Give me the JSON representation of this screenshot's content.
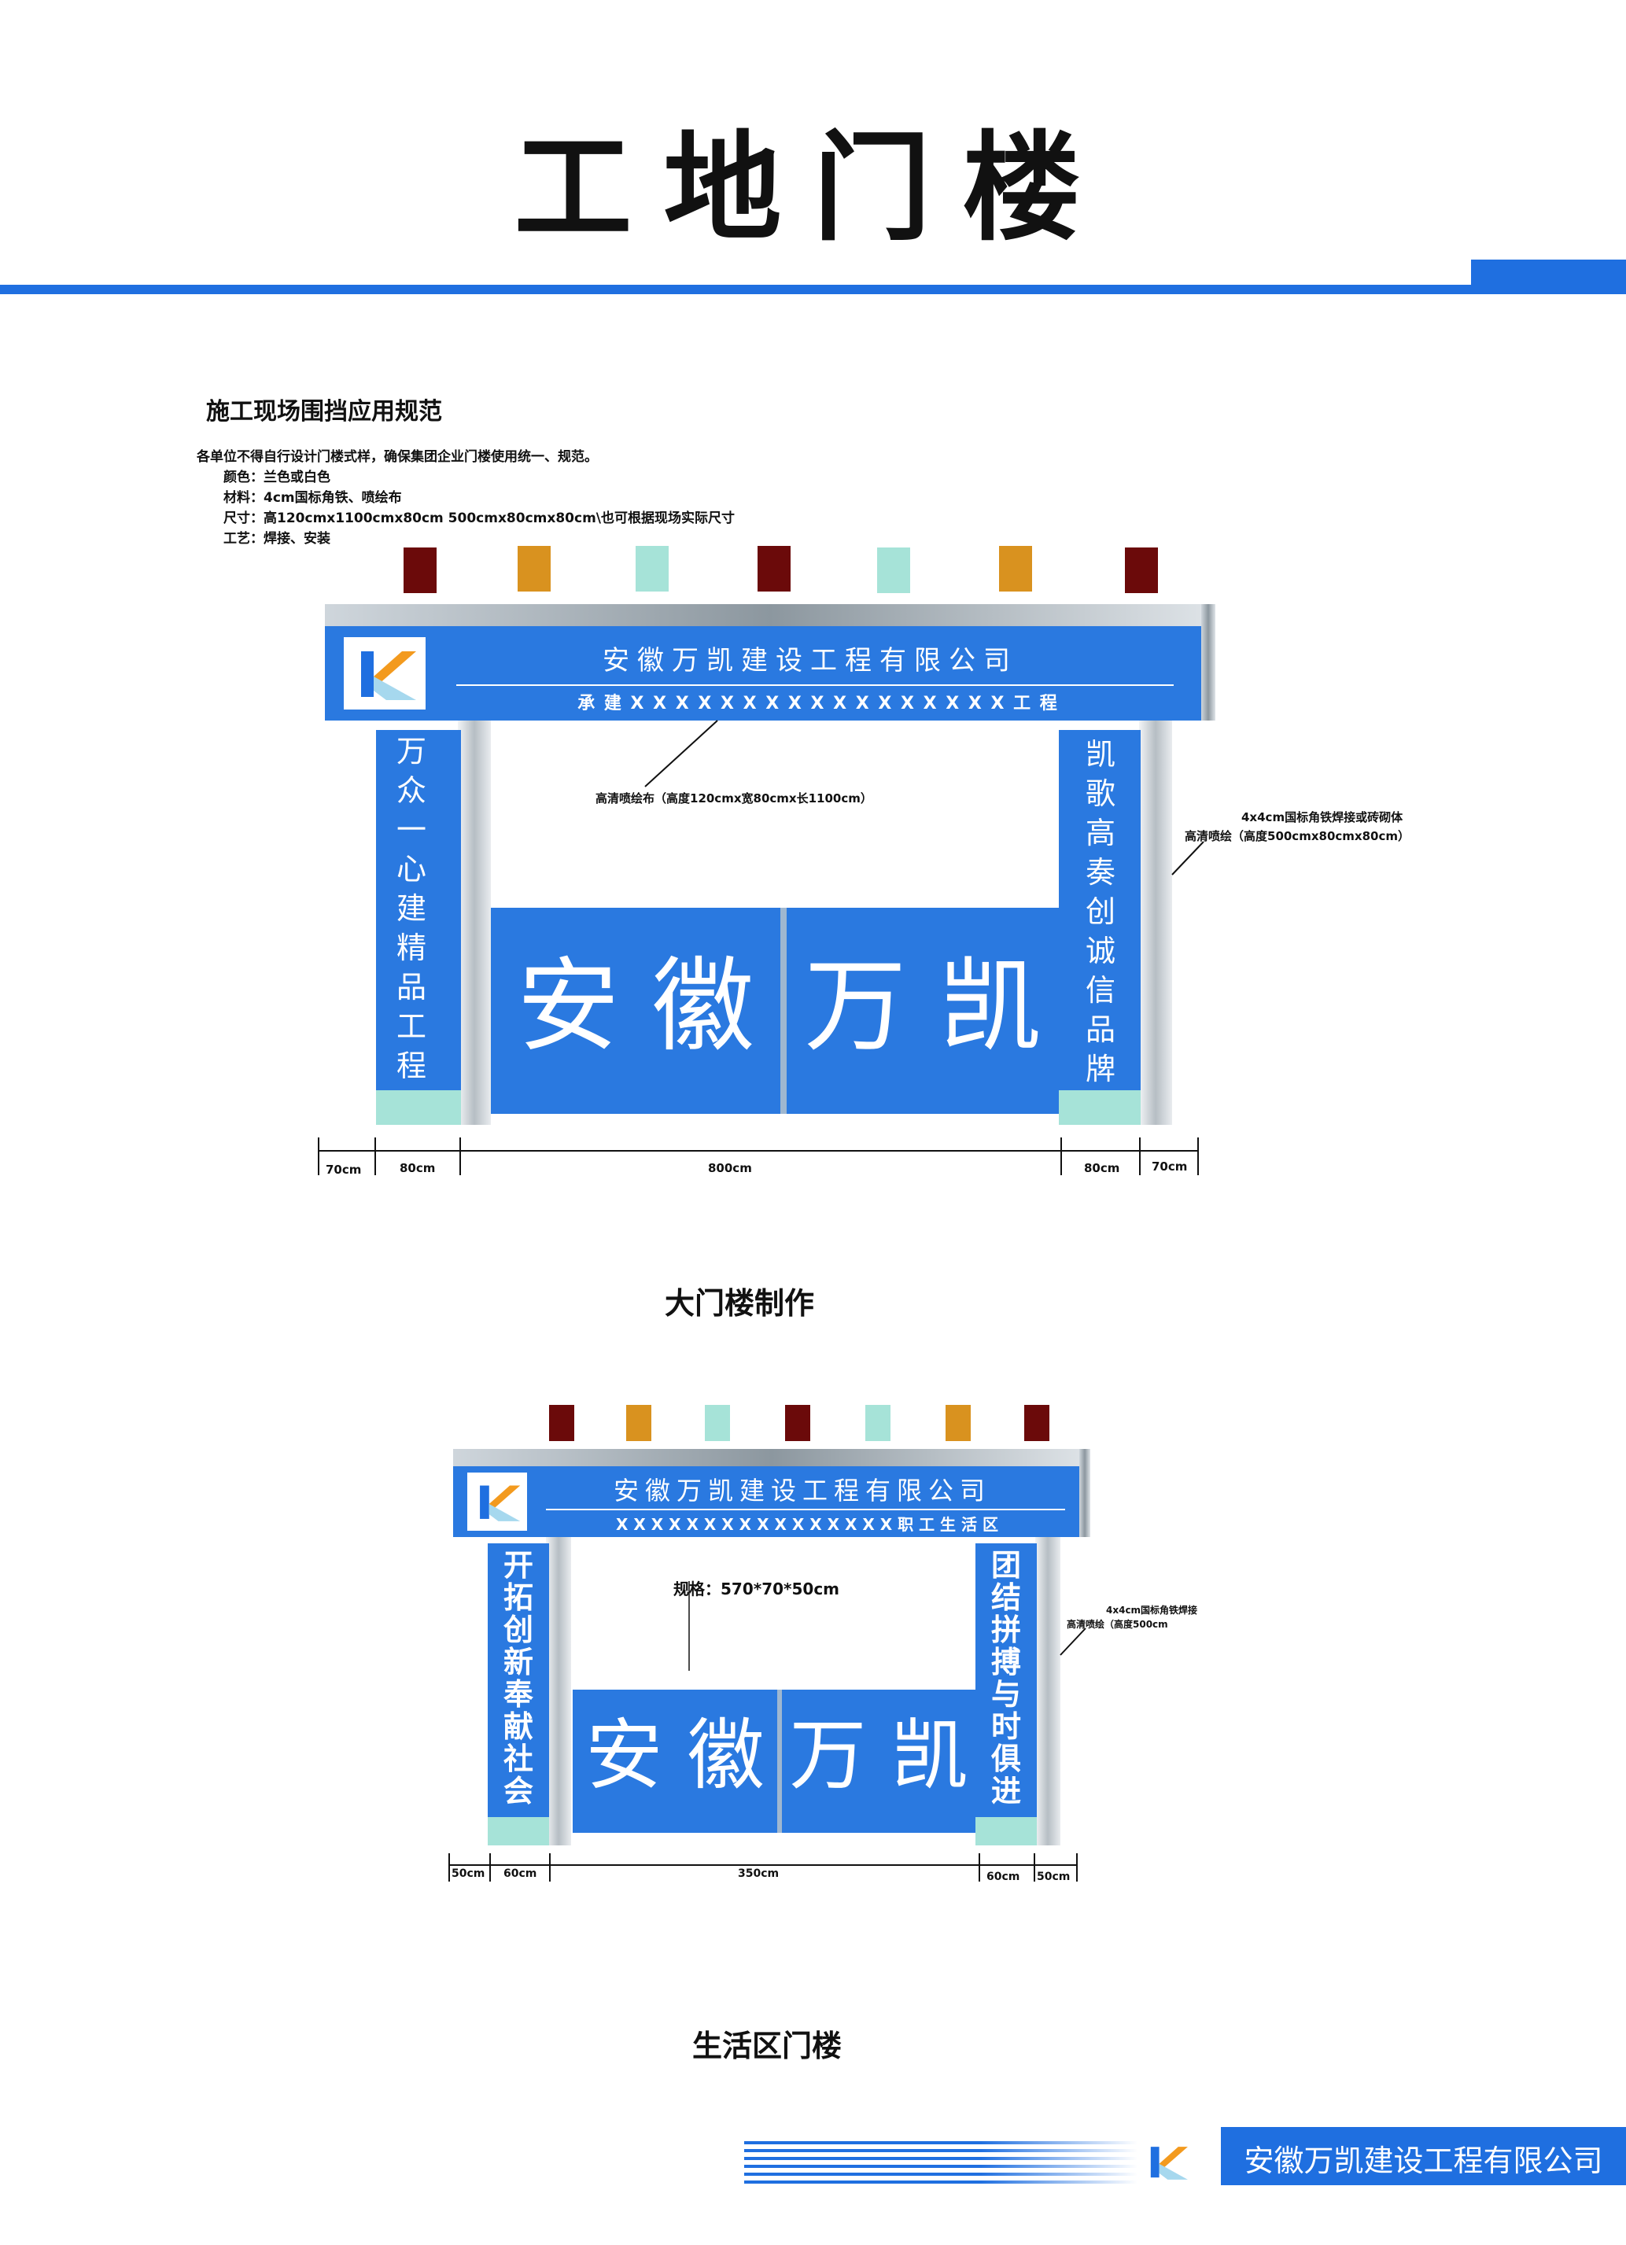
{
  "page_title": "工地门楼",
  "colors": {
    "accent": "#1f6fe0",
    "gate_blue": "#2a79e0",
    "mint": "#a6e3d8",
    "dark_red": "#6b0a0a",
    "orange": "#d9921f"
  },
  "spec": {
    "heading": "施工现场围挡应用规范",
    "lines": [
      "各单位不得自行设计门楼式样，确保集团企业门楼使用统一、规范。",
      "颜色：兰色或白色",
      "材料：4cm国标角铁、喷绘布",
      "尺寸：高120cmx1100cmx80cm    500cmx80cmx80cm\\也可根据现场实际尺寸",
      "工艺：焊接、安装"
    ]
  },
  "gate1": {
    "company": "安徽万凯建设工程有限公司",
    "contract": "承 建 X X X X X X X X X X X X X X X X X 工 程",
    "left_slogan": "万众一心建精品工程",
    "right_slogan": "凯歌高奏创诚信品牌",
    "door_left": "安 徽",
    "door_right": "万 凯",
    "note_beam": "高清喷绘布（高度120cmx宽80cmx长1100cm）",
    "note_pillar_1": "4x4cm国标角铁焊接或砖砌体",
    "note_pillar_2": "高清喷绘（高度500cmx80cmx80cm）",
    "dims": [
      "70cm",
      "80cm",
      "800cm",
      "80cm",
      "70cm"
    ],
    "caption": "大门楼制作"
  },
  "gate2": {
    "company": "安徽万凯建设工程有限公司",
    "contract": "X X X X X X X X X X X X X X X X 职 工 生 活 区",
    "left_slogan": "开拓创新奉献社会",
    "right_slogan": "团结拼搏与时俱进",
    "door_left": "安 徽",
    "door_right": "万 凯",
    "note_beam": "规格：570*70*50cm",
    "note_pillar_1": "4x4cm国标角铁焊接",
    "note_pillar_2": "高清喷绘（高度500cm",
    "dims": [
      "50cm",
      "60cm",
      "350cm",
      "60cm",
      "50cm"
    ],
    "caption": "生活区门楼"
  },
  "footer": {
    "company": "安徽万凯建设工程有限公司"
  }
}
